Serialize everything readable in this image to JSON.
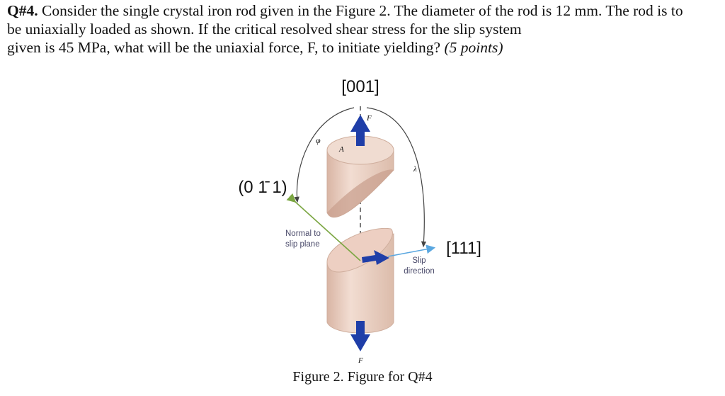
{
  "question": {
    "number": "Q#4.",
    "line1": " Consider the single crystal iron rod given in the Figure 2. The diameter of the rod is 12 mm. The rod is to",
    "line2": "be uniaxially loaded as shown. If the critical resolved shear stress for the slip system",
    "line3": "given is 45 MPa, what will be the uniaxial force, F, to initiate yielding? ",
    "points": "(5 points)"
  },
  "figure": {
    "direction_top": "[001]",
    "plane_label": "(0 1̄ 1)",
    "direction_right": "[111]",
    "normal_label_line1": "Normal to",
    "normal_label_line2": "slip plane",
    "slip_label_line1": "Slip",
    "slip_label_line2": "direction",
    "force_top": "F",
    "force_bottom": "F",
    "phi": "φ",
    "lambda": "λ",
    "area": "A",
    "colors": {
      "rod_body": "#e8cbbd",
      "slip_plane": "#c9a08f",
      "arrow_blue": "#1f3ea8",
      "normal_green": "#7ba642",
      "slip_arrow": "#5aa7e0"
    }
  },
  "caption": "Figure 2. Figure for Q#4"
}
